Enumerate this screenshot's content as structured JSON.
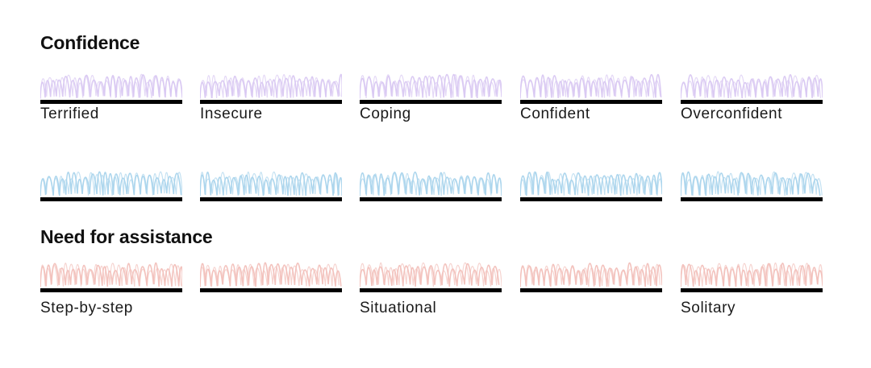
{
  "sections": [
    {
      "heading": "Confidence",
      "rows": [
        {
          "color": "#d9c8f2",
          "labels": [
            "Terrified",
            "Insecure",
            "Coping",
            "Confident",
            "Overconfident"
          ]
        },
        {
          "color": "#a9d4ec",
          "labels": [
            "",
            "",
            "",
            "",
            ""
          ]
        }
      ]
    },
    {
      "heading": "Need for assistance",
      "rows": [
        {
          "color": "#f2c0bb",
          "labels": [
            "Step-by-step",
            "",
            "Situational",
            "",
            "Solitary"
          ]
        }
      ]
    }
  ]
}
